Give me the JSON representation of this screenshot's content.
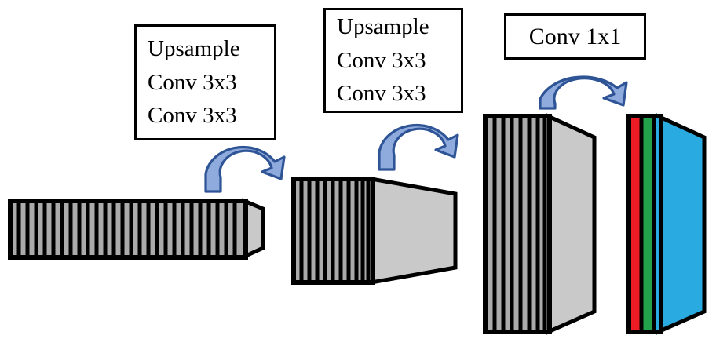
{
  "diagram": {
    "title": "Decoder upsampling pipeline",
    "type": "neural-network-architecture",
    "background": "#ffffff"
  },
  "boxes": [
    {
      "id": "box1",
      "name": "upsample-conv-block-1",
      "lines": [
        "Upsample",
        "Conv 3x3",
        "Conv 3x3"
      ],
      "border_color": "#000000",
      "fill_color": "#ffffff"
    },
    {
      "id": "box2",
      "name": "upsample-conv-block-2",
      "lines": [
        "Upsample",
        "Conv 3x3",
        "Conv 3x3"
      ],
      "border_color": "#000000",
      "fill_color": "#ffffff"
    },
    {
      "id": "box3",
      "name": "conv-1x1-block",
      "lines": [
        "Conv 1x1"
      ],
      "border_color": "#000000",
      "fill_color": "#ffffff"
    }
  ],
  "arrows": [
    {
      "name": "arrow-1",
      "fill": "#8FAADC",
      "stroke": "#2E5496",
      "direction": "left-to-right-arc"
    },
    {
      "name": "arrow-2",
      "fill": "#8FAADC",
      "stroke": "#2E5496",
      "direction": "left-to-right-arc"
    },
    {
      "name": "arrow-3",
      "fill": "#8FAADC",
      "stroke": "#2E5496",
      "direction": "left-to-right-arc"
    }
  ],
  "feature_blocks": [
    {
      "name": "feature-map-1",
      "role": "input-low-resolution-deep",
      "slices": 27,
      "face_color": "#ababab",
      "side_color": "#c9c9c9",
      "divider_color": "#000000"
    },
    {
      "name": "feature-map-2",
      "role": "upsampled-mid",
      "slices": 16,
      "face_color": "#ababab",
      "side_color": "#c9c9c9",
      "divider_color": "#000000"
    },
    {
      "name": "feature-map-3",
      "role": "upsampled-high-resolution",
      "slices": 8,
      "face_color": "#ababab",
      "side_color": "#c9c9c9",
      "divider_color": "#000000"
    },
    {
      "name": "output-rgb-map",
      "role": "rgb-output",
      "channels": [
        "red",
        "green",
        "blue"
      ],
      "channel_colors": [
        "#ED1C24",
        "#22A24B",
        "#29ABE2"
      ],
      "side_color": "#29ABE2",
      "divider_color": "#000000"
    }
  ]
}
